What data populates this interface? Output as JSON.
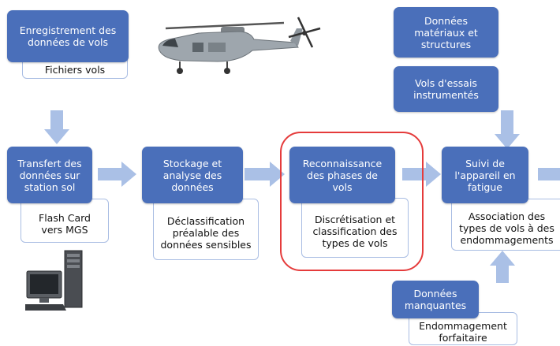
{
  "colors": {
    "box": "#4a6fba",
    "sub_border": "#a9bde3",
    "arrow": "#aac0e6",
    "highlight": "#e53b3b"
  },
  "boxes": {
    "recording": {
      "title": "Enregistrement des\ndonnées de vols",
      "sub": "Fichiers vols"
    },
    "transfer": {
      "title": "Transfert des\ndonnées sur\nstation sol",
      "sub": "Flash Card\nvers MGS"
    },
    "storage": {
      "title": "Stockage et\nanalyse des\ndonnées",
      "sub": "Déclassification\npréalable des\ndonnées sensibles"
    },
    "recognition": {
      "title": "Reconnaissance\ndes phases de\nvols",
      "sub": "Discrétisation et\nclassification des\ntypes de vols"
    },
    "fatigue": {
      "title": "Suivi de\nl'appareil en\nfatigue",
      "sub": "Association des\ntypes de vols à des\nendommagements"
    },
    "materials": {
      "title": "Données\nmatériaux et\nstructures"
    },
    "tests": {
      "title": "Vols d'essais\ninstrumentés"
    },
    "missing": {
      "title": "Données\nmanquantes",
      "sub": "Endommagement\nforfaitaire"
    }
  },
  "icons": [
    "helicopter-icon",
    "computer-workstation-icon"
  ]
}
